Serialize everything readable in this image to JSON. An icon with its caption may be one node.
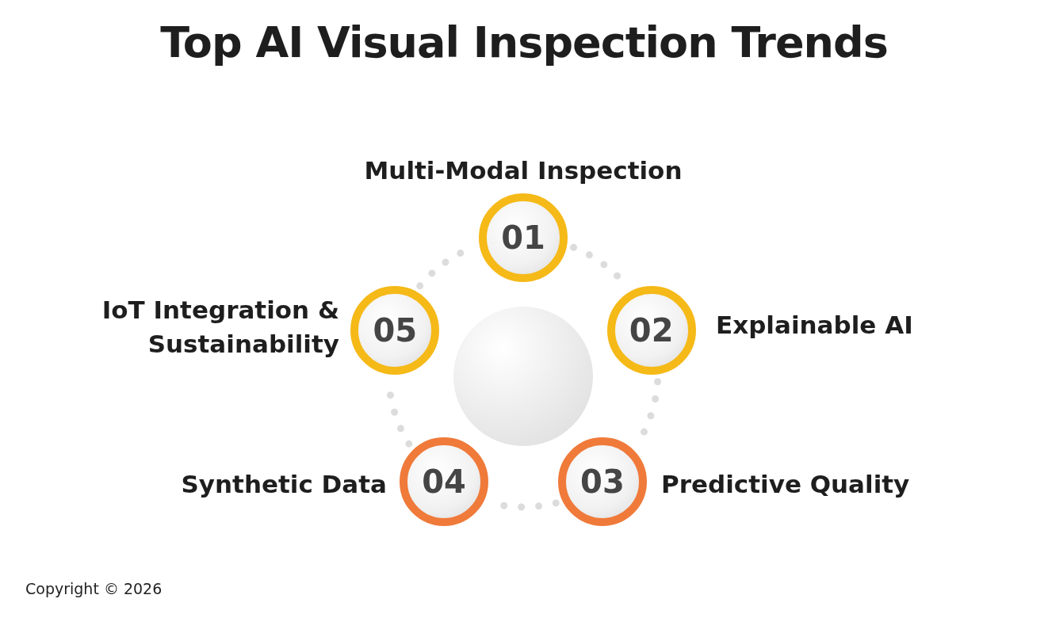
{
  "diagram": {
    "title": "Top AI Visual Inspection Trends",
    "nodes": [
      {
        "text": [
          "01"
        ],
        "beside": [
          "Multi-Modal Inspection"
        ]
      },
      {
        "text": [
          "02"
        ],
        "beside": [
          "Explainable AI"
        ]
      },
      {
        "text": [
          "03"
        ],
        "beside": [
          "Predictive Quality"
        ]
      },
      {
        "text": [
          "04"
        ],
        "beside": [
          "Synthetic Data"
        ]
      },
      {
        "text": [
          "05"
        ],
        "beside": [
          "IoT Integration & Sustainability"
        ]
      },
      {
        "text": [],
        "shape": "circle"
      }
    ],
    "edges": [
      {
        "from": 0,
        "to": 1,
        "arrow": "none",
        "style": "dashed"
      },
      {
        "from": 1,
        "to": 2,
        "arrow": "none",
        "style": "dashed"
      },
      {
        "from": 2,
        "to": 3,
        "arrow": "none",
        "style": "dashed"
      },
      {
        "from": 3,
        "to": 4,
        "arrow": "none",
        "style": "dashed"
      },
      {
        "from": 4,
        "to": 0,
        "arrow": "none",
        "style": "dashed"
      }
    ],
    "labels": [
      "Copyright © 2026"
    ]
  }
}
